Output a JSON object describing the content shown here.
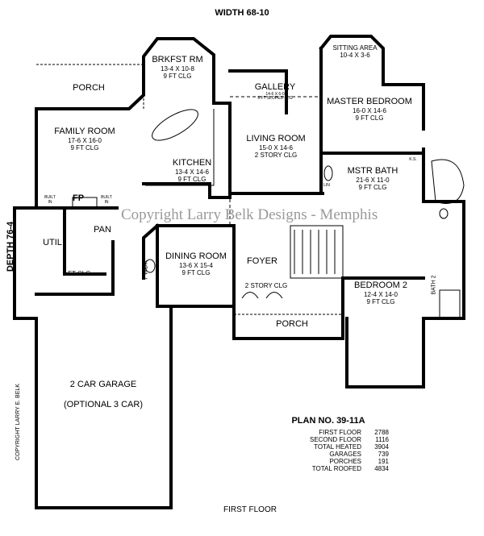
{
  "header": {
    "width": "WIDTH 68-10",
    "depth": "DEPTH 76-4",
    "floor": "FIRST FLOOR"
  },
  "watermark": "Copyright Larry Belk Designs - Memphis",
  "side_copyright": "COPYRIGHT LARRY E. BELK",
  "rooms": {
    "porch_back": {
      "name": "PORCH"
    },
    "family": {
      "name": "FAMILY ROOM",
      "dims": "17-6 X 16-0",
      "clg": "9 FT CLG"
    },
    "brkfst": {
      "name": "BRKFST RM",
      "dims": "13-4 X 10-8",
      "clg": "9 FT CLG"
    },
    "kitchen": {
      "name": "KITCHEN",
      "dims": "13-4 X 14-6",
      "clg": "9 FT CLG"
    },
    "gallery": {
      "name": "GALLERY",
      "dims": "14-6 X 6-0",
      "clg": "9 FT SLOPED CLG"
    },
    "living": {
      "name": "LIVING ROOM",
      "dims": "15-0 X 14-6",
      "clg": "2 STORY CLG"
    },
    "sitting": {
      "name": "SITTING AREA",
      "dims": "10-4 X 3-6"
    },
    "master": {
      "name": "MASTER BEDROOM",
      "dims": "16-0 X 14-6",
      "clg": "9 FT CLG"
    },
    "mbath": {
      "name": "MSTR BATH",
      "dims": "21-6 X 11-0",
      "clg": "9 FT CLG"
    },
    "ks": "K.S.",
    "lin": "LIN",
    "fp": "FP",
    "built_in_1": "BUILT IN",
    "built_in_2": "BUILT IN",
    "pan": "PAN",
    "util": {
      "name": "UTIL",
      "clg": "9 FT CLG"
    },
    "pwdr": "PWDR",
    "dining": {
      "name": "DINING ROOM",
      "dims": "13-6 X 15-4",
      "clg": "9 FT CLG"
    },
    "foyer": {
      "name": "FOYER",
      "clg": "2 STORY CLG"
    },
    "porch_front": {
      "name": "PORCH"
    },
    "bed2": {
      "name": "BEDROOM 2",
      "dims": "12-4 X 14-0",
      "clg": "9 FT CLG"
    },
    "bath2": "BATH 2",
    "garage": {
      "name": "2 CAR GARAGE",
      "opt": "(OPTIONAL 3 CAR)"
    }
  },
  "plan": {
    "number": "PLAN NO. 39-11A",
    "stats": [
      {
        "label": "FIRST FLOOR",
        "value": "2788"
      },
      {
        "label": "SECOND FLOOR",
        "value": "1116"
      },
      {
        "label": "TOTAL HEATED",
        "value": "3904"
      },
      {
        "label": "GARAGES",
        "value": "739"
      },
      {
        "label": "PORCHES",
        "value": "191"
      },
      {
        "label": "TOTAL ROOFED",
        "value": "4834"
      }
    ]
  }
}
